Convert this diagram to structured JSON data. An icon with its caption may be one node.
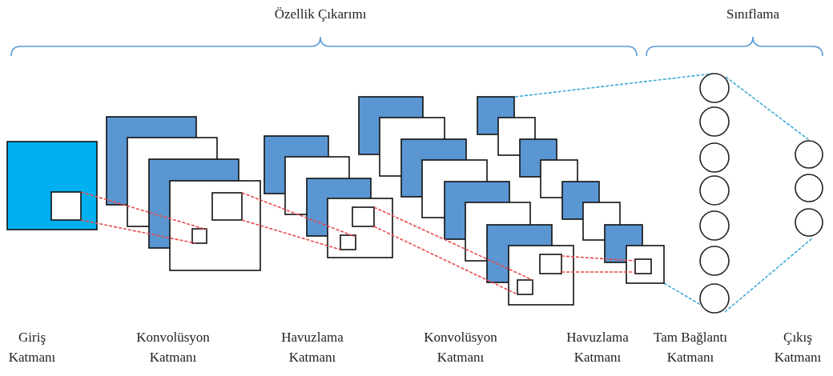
{
  "diagram": {
    "labels": [
      "Özellik Çıkarımı",
      "Sınıflama",
      "Giriş Katmanı",
      "Konvolüsyon Katmanı",
      "Havuzlama Katmanı",
      "Konvolüsyon Katmanı",
      "Havuzlama Katmanı",
      "Tam Bağlantı Katmanı",
      "Çıkış Katmanı"
    ]
  }
}
